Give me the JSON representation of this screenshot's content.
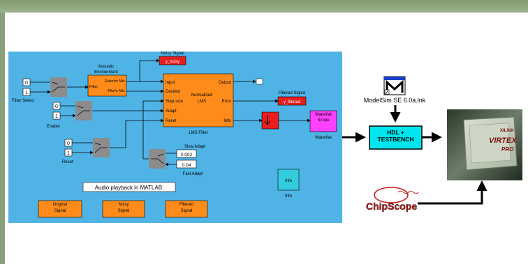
{
  "model": {
    "filter_select_label": "Filter Select",
    "enable_label": "Enable",
    "reset_label": "Reset",
    "const_zero": "0",
    "const_one": "1",
    "acoustic_title_1": "Acoustic",
    "acoustic_title_2": "Environment",
    "acoustic_in": "Filter",
    "acoustic_out_1": "Exterior Mic",
    "acoustic_out_2": "Pilot's Mic",
    "noisy_signal_label": "Noisy Signal",
    "noisy_signal_value": "y_noisy",
    "lms_port_input": "Input",
    "lms_port_desired": "Desired",
    "lms_port_stepsize": "Step-size",
    "lms_port_adapt": "Adapt",
    "lms_port_reset": "Reset",
    "lms_port_output": "Output",
    "lms_port_error": "Error",
    "lms_port_wts": "Wts",
    "lms_center_1": "Normalized",
    "lms_center_2": "LMS",
    "lms_label": "LMS Filter",
    "filtered_signal_label": "Filtered Signal",
    "filtered_signal_value": "y_filtered",
    "waterfall_block": "Waterfall Scope",
    "waterfall_label": "Waterfall",
    "slow_adapt_label": "Slow Adapt",
    "slow_adapt_value": "0.002",
    "fast_adapt_value": "0.04",
    "fast_adapt_label": "Fast Adapt",
    "audio_playback": "Audio playback in MATLAB:",
    "original_signal": "Original Signal",
    "noisy_signal_btn": "Noisy Signal",
    "filtered_signal_btn": "Filtered Signal",
    "info_block": "Info",
    "info_label": "Info"
  },
  "flow": {
    "modelsim_label": "ModelSim SE 6.0a.lnk",
    "hdl_testbench": "HDL + TESTBENCH",
    "chipscope": "ChipScope",
    "chip_brand": "XILINX",
    "chip_name": "VIRTEX",
    "chip_sub": "PRO"
  },
  "colors": {
    "canvas": "#4fb3e6",
    "block_orange": "#ff8c1a",
    "block_red": "#e81e1e",
    "switch_gray": "#8c8c8c",
    "magenta": "#ff40ff",
    "cyan": "#33ccdd",
    "hdl_cyan": "#00e5ee",
    "chipscope_red": "#cc1a1a"
  }
}
